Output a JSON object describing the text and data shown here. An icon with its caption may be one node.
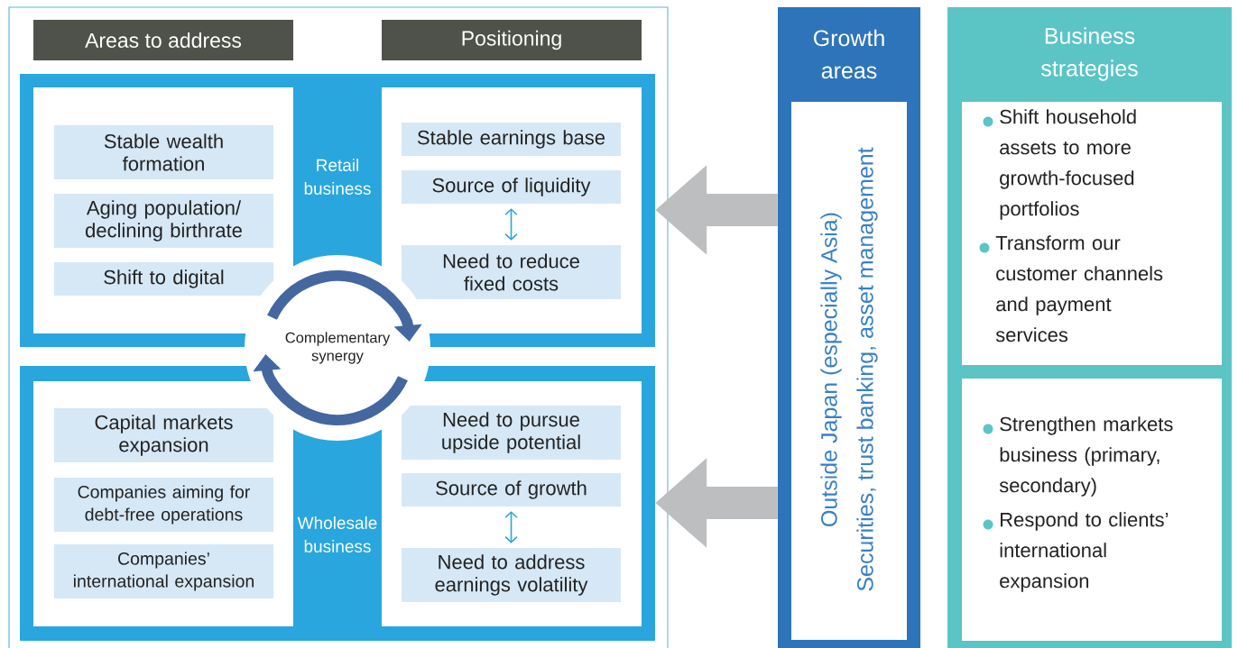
{
  "diagram": {
    "nodes": [
      {
        "text": [
          "Areas to address"
        ]
      },
      {
        "text": [
          "Positioning"
        ]
      },
      {
        "text": [
          "Retail business"
        ]
      },
      {
        "text": [],
        "shape": "box",
        "in": 2
      },
      {
        "text": [
          "Stable wealth formation"
        ],
        "in": 3
      },
      {
        "text": [
          "Aging population/ declining birthrate"
        ],
        "in": 3
      },
      {
        "text": [
          "Shift to digital"
        ],
        "in": 3
      },
      {
        "text": [],
        "shape": "box",
        "in": 2
      },
      {
        "text": [
          "Stable earnings base"
        ],
        "in": 7
      },
      {
        "text": [
          "Source of liquidity"
        ],
        "in": 7
      },
      {
        "text": [
          "Need to reduce fixed costs"
        ],
        "in": 7
      },
      {
        "text": [
          "Wholesale business"
        ]
      },
      {
        "text": [],
        "shape": "box",
        "in": 11
      },
      {
        "text": [
          "Capital markets expansion"
        ],
        "in": 12
      },
      {
        "text": [
          "Companies aiming for debt-free operations"
        ],
        "in": 12
      },
      {
        "text": [
          "Companies’ international expansion"
        ],
        "in": 12
      },
      {
        "text": [],
        "shape": "box",
        "in": 11
      },
      {
        "text": [
          "Need to pursue upside potential"
        ],
        "in": 16
      },
      {
        "text": [
          "Source of growth"
        ],
        "in": 16
      },
      {
        "text": [
          "Need to address earnings volatility"
        ],
        "in": 16
      },
      {
        "text": [
          "Complementary synergy"
        ]
      },
      {
        "text": [
          "Growth areas"
        ]
      },
      {
        "text": [
          "Outside Japan (especially Asia)",
          "Securities, trust banking, asset management"
        ],
        "in": 21
      },
      {
        "text": [
          "Business strategies"
        ]
      },
      {
        "text": [
          "Shift household assets to more growth-focused portfolios",
          "Transform our customer channels and payment services"
        ],
        "in": 23
      },
      {
        "text": [
          "Strengthen markets business (primary, secondary)",
          "Respond to clients’ international expansion"
        ],
        "in": 23
      }
    ],
    "edges": [
      {
        "from": 9,
        "to": 10,
        "arrow": "both"
      },
      {
        "from": 18,
        "to": 19,
        "arrow": "both"
      },
      {
        "from": 21,
        "to": 2,
        "arrow": "to",
        "style": "thick",
        "color": "#bcbec0"
      },
      {
        "from": 21,
        "to": 11,
        "arrow": "to",
        "style": "thick",
        "color": "#bcbec0"
      }
    ]
  }
}
